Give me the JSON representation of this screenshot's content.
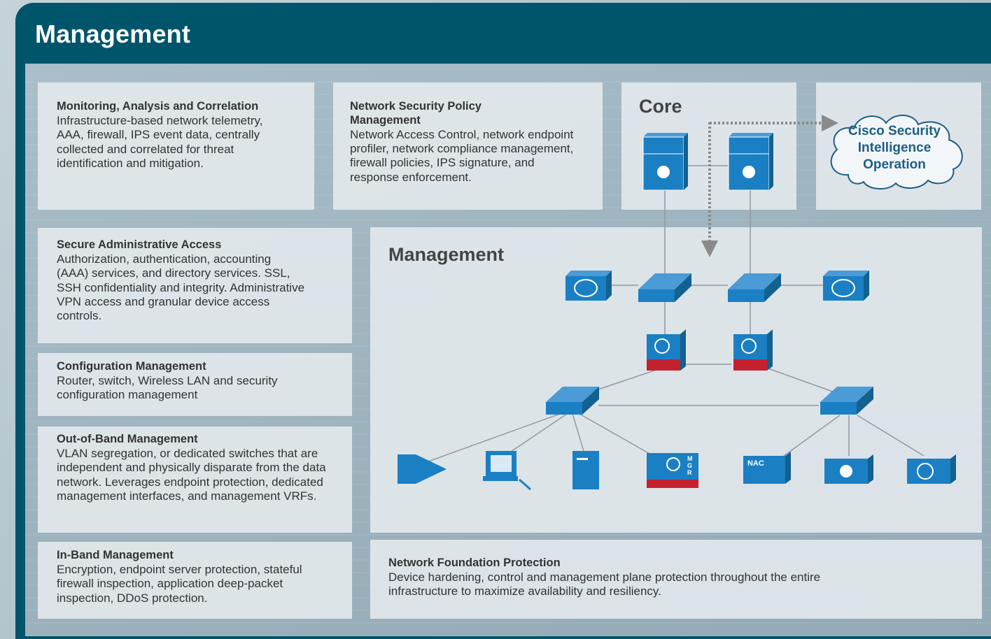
{
  "header": {
    "title": "Management"
  },
  "panels": [
    {
      "key": "monitoring",
      "title": "Monitoring, Analysis and Correlation",
      "description": "Infrastructure-based network telemetry, AAA, firewall, IPS event data, centrally collected and correlated for threat identification and mitigation."
    },
    {
      "key": "policy",
      "title": "Network Security Policy Management",
      "description": "Network Access Control, network endpoint profiler, network compliance management, firewall policies, IPS signature, and response enforcement."
    },
    {
      "key": "admin",
      "title": "Secure Administrative Access",
      "description": "Authorization, authentication, accounting (AAA) services, and directory services. SSL, SSH confidentiality and integrity. Administrative VPN access and granular device access controls."
    },
    {
      "key": "config",
      "title": "Configuration Management",
      "description": "Router, switch, Wireless LAN and security configuration management"
    },
    {
      "key": "oob",
      "title": "Out-of-Band Management",
      "description": "VLAN segregation, or dedicated switches that are independent and physically disparate from the data network. Leverages endpoint protection, dedicated management interfaces, and management VRFs."
    },
    {
      "key": "inband",
      "title": "In-Band Management",
      "description": "Encryption, endpoint server protection, stateful firewall inspection, application deep-packet inspection, DDoS protection."
    },
    {
      "key": "nfp",
      "title": "Network Foundation Protection",
      "description": "Device hardening, control and management plane protection throughout the entire infrastructure to maximize availability and resiliency."
    }
  ],
  "diagram": {
    "core_label": "Core",
    "management_label": "Management",
    "cloud_label": "Cisco Security Intelligence Operation",
    "nac_label": "NAC",
    "mgr_label": "MGR",
    "icons": [
      "core-switch-icon",
      "core-switch-icon",
      "wlan-controller-icon",
      "l2-switch-icon",
      "l2-switch-icon",
      "wlan-controller-icon",
      "ips-firewall-icon",
      "ips-firewall-icon",
      "l2-switch-icon",
      "l2-switch-icon",
      "server-stack-icon",
      "network-management-workstation-icon",
      "server-icon",
      "security-manager-icon",
      "nac-appliance-icon",
      "vpn-concentrator-icon",
      "content-filter-icon"
    ]
  },
  "colors": {
    "frame": "#01556a",
    "device_blue": "#1b7fc4",
    "firewall_red": "#c4212f",
    "panel": "#e6ecef",
    "text": "#333333"
  }
}
